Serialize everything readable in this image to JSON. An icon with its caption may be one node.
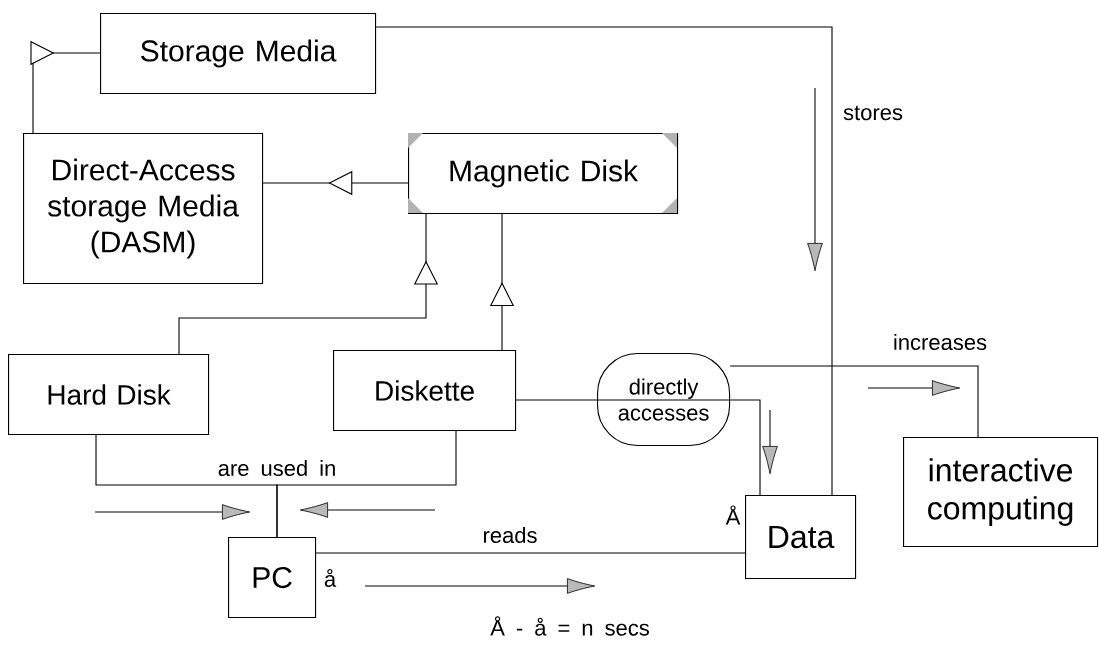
{
  "diagram": {
    "nodes": [
      {
        "text": [
          "Storage Media"
        ]
      },
      {
        "text": [
          "Direct-Access storage Media (DASM)"
        ]
      },
      {
        "text": [
          "Magnetic Disk"
        ]
      },
      {
        "text": [
          "Hard Disk"
        ]
      },
      {
        "text": [
          "Diskette"
        ]
      },
      {
        "text": [
          "PC"
        ],
        "beside": [
          "å"
        ]
      },
      {
        "text": [
          "directly accesses"
        ]
      },
      {
        "text": [
          "Data"
        ],
        "beside": [
          "Å"
        ]
      },
      {
        "text": [
          "interactive computing"
        ]
      }
    ],
    "edges": [
      {
        "from": 1,
        "to": 0,
        "arrow": "to"
      },
      {
        "from": 2,
        "to": 1,
        "arrow": "to"
      },
      {
        "from": 3,
        "to": 2,
        "arrow": "to"
      },
      {
        "from": 4,
        "to": 2,
        "arrow": "to"
      },
      {
        "from": 3,
        "to": 5,
        "arrow": "none",
        "label": "are used in"
      },
      {
        "from": 4,
        "to": 5,
        "arrow": "none"
      },
      {
        "from": 0,
        "to": 7,
        "arrow": "none",
        "label": "stores"
      },
      {
        "from": 4,
        "to": 6,
        "arrow": "none"
      },
      {
        "from": 6,
        "to": 7,
        "arrow": "none"
      },
      {
        "from": 6,
        "to": 8,
        "arrow": "none",
        "label": "increases"
      },
      {
        "from": 5,
        "to": 7,
        "arrow": "none",
        "label": "reads"
      }
    ],
    "labels": [
      "Å - å = n secs"
    ]
  }
}
